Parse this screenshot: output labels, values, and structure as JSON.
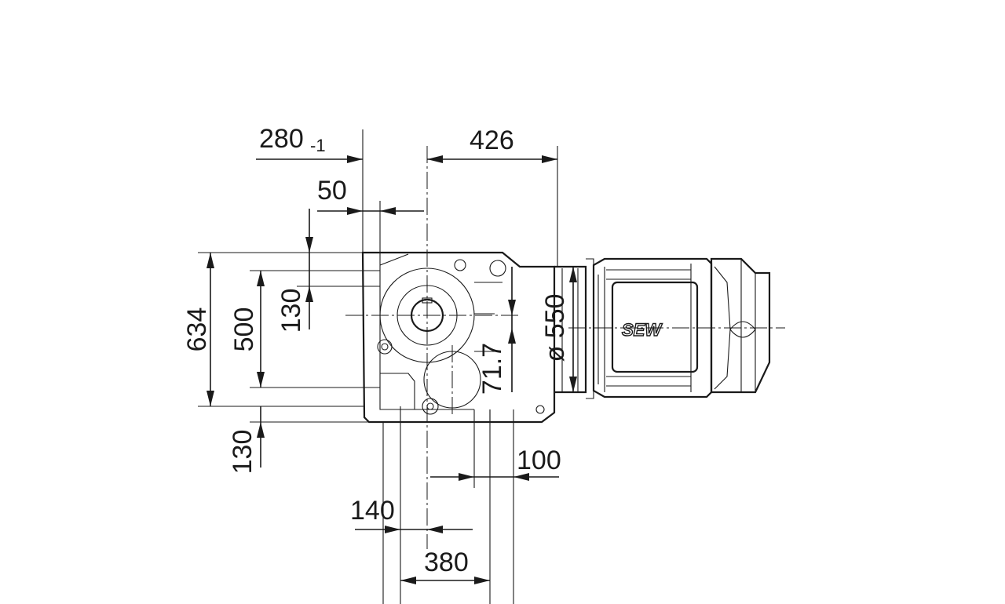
{
  "dimensions": {
    "shaft_to_left_face": "280",
    "shaft_to_left_face_tolerance": "-1",
    "shaft_to_motor_flange": "426",
    "hub_offset": "50",
    "height_overall": "634",
    "height_mount": "500",
    "top_offset": "130",
    "bottom_offset": "130",
    "center_offset": "71.7",
    "flange_diameter": "ø 550",
    "foot_slot": "100",
    "foot_width": "140",
    "foot_spacing": "380"
  },
  "motor": {
    "brand": "SEW"
  }
}
